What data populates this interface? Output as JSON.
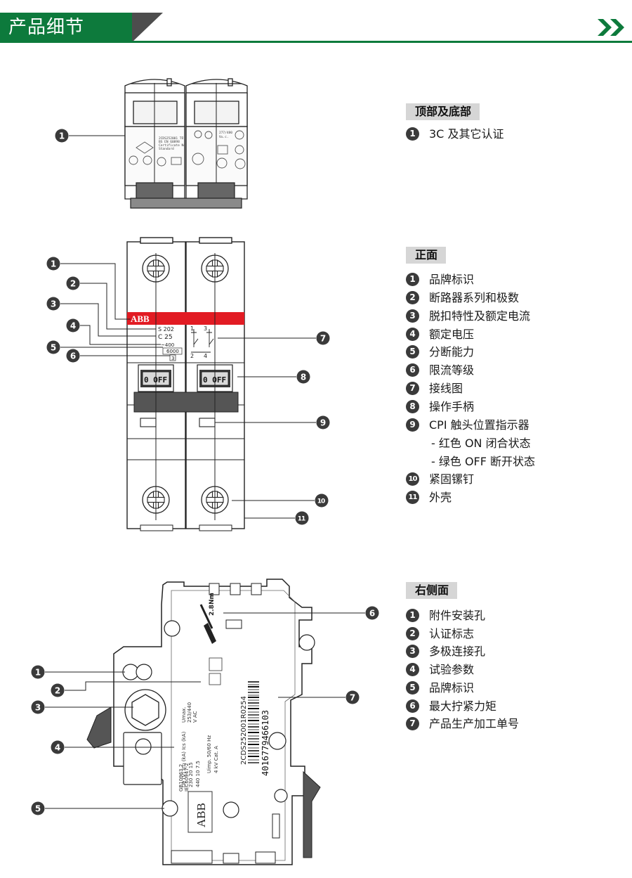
{
  "header": {
    "title": "产品细节",
    "next_icon": "double-chevron-right-icon",
    "brand_color": "#0d7a3c"
  },
  "sections": {
    "top_bottom": {
      "title": "顶部及底部",
      "items": [
        {
          "num": "1",
          "text": "3C 及其它认证"
        }
      ]
    },
    "front": {
      "title": "正面",
      "items": [
        {
          "num": "1",
          "text": "品牌标识"
        },
        {
          "num": "2",
          "text": "断路器系列和极数"
        },
        {
          "num": "3",
          "text": "脱扣特性及额定电流"
        },
        {
          "num": "4",
          "text": "额定电压"
        },
        {
          "num": "5",
          "text": "分断能力"
        },
        {
          "num": "6",
          "text": "限流等级"
        },
        {
          "num": "7",
          "text": "接线图"
        },
        {
          "num": "8",
          "text": "操作手柄"
        },
        {
          "num": "9",
          "text": "CPI 触头位置指示器"
        },
        {
          "num": "10",
          "text": "紧固镙钉"
        },
        {
          "num": "11",
          "text": "外壳"
        }
      ],
      "sub_items": [
        "- 红色 ON 闭合状态",
        "- 绿色 OFF 断开状态"
      ]
    },
    "right_side": {
      "title": "右侧面",
      "items": [
        {
          "num": "1",
          "text": "附件安装孔"
        },
        {
          "num": "2",
          "text": "认证标志"
        },
        {
          "num": "3",
          "text": "多极连接孔"
        },
        {
          "num": "4",
          "text": "试验参数"
        },
        {
          "num": "5",
          "text": "品牌标识"
        },
        {
          "num": "6",
          "text": "最大拧紧力矩"
        },
        {
          "num": "7",
          "text": "产品生产加工单号"
        }
      ]
    }
  },
  "figure_top": {
    "callouts": [
      "1"
    ],
    "left_pole_text": [
      "2CDS252001 TÜ",
      "BS EN 60898",
      "Certificate No",
      "Standard"
    ],
    "right_pole_text": [
      "277/480",
      "Vu.c."
    ]
  },
  "figure_front": {
    "brand": "ABB",
    "series": "S 202",
    "rating": "C 25",
    "voltage": "~400",
    "breaking_capacity": "6000",
    "limiting_class": "3",
    "handle_text": "0 OFF",
    "terminal_top": [
      "1",
      "3"
    ],
    "terminal_bottom": [
      "2",
      "4"
    ],
    "callouts_left": [
      "1",
      "2",
      "3",
      "4",
      "5",
      "6"
    ],
    "callouts_right": [
      "7",
      "8",
      "9",
      "10",
      "11"
    ]
  },
  "figure_side": {
    "torque": "2.8Nm",
    "barcode_text": "2CDS252001R0254",
    "ean": "4016779466103",
    "brand": "ABB",
    "spec_lines": [
      "Umax.",
      "253/440",
      "V AC"
    ],
    "table_lines": [
      "Ue (V)  Icu (kA)  Ics (kA)",
      "230      20      15",
      "440      10      7.5"
    ],
    "cert_lines": [
      "GB10963.2",
      "IEC60947-2"
    ],
    "test_lines": [
      "Uimp.  50/60 Hz",
      "4 kV    Cat. A"
    ],
    "callouts_left": [
      "1",
      "2",
      "3",
      "4",
      "5"
    ],
    "callouts_right": [
      "6",
      "7"
    ]
  }
}
